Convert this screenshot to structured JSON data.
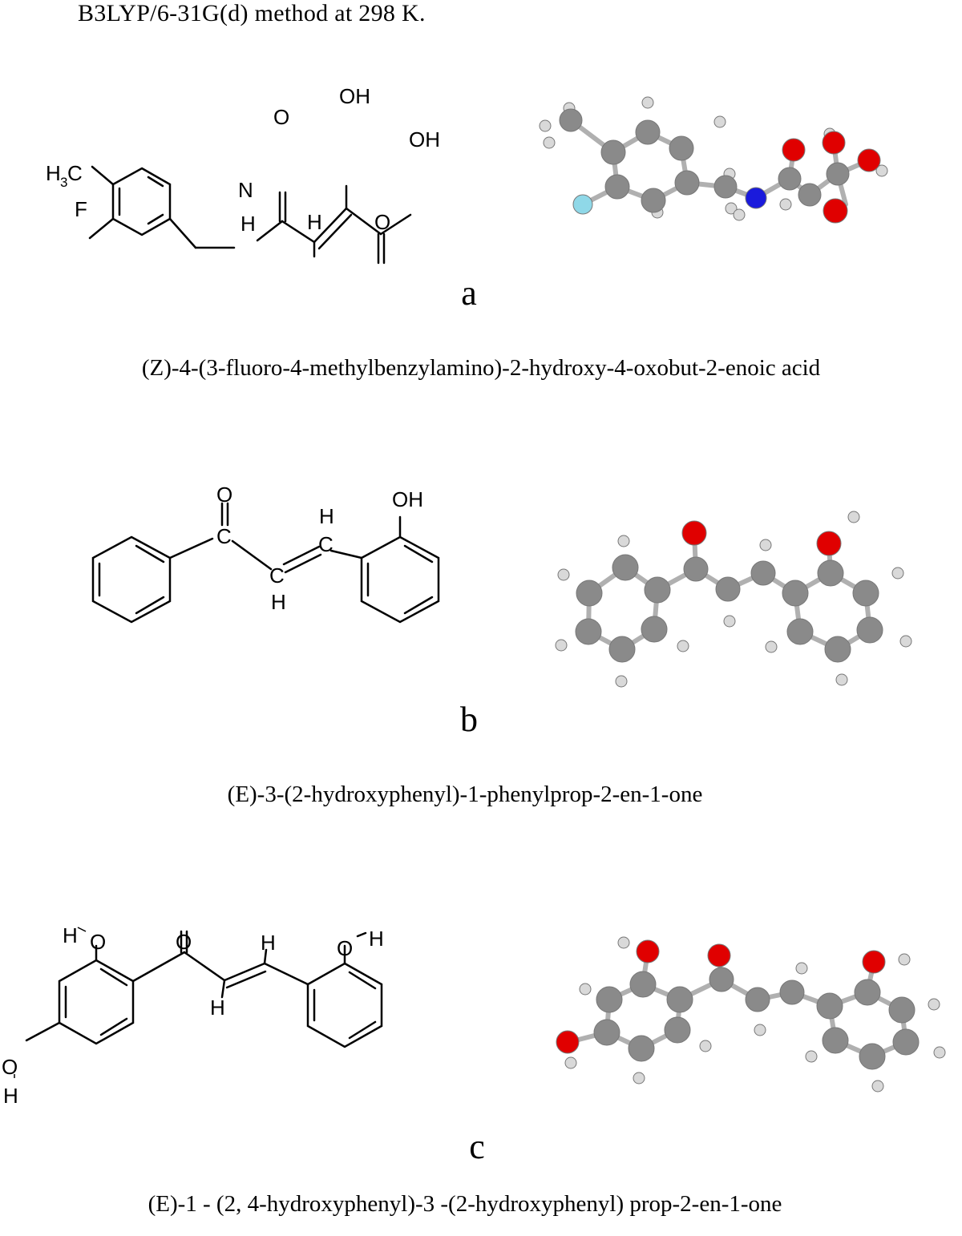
{
  "header_text": "B3LYP/6-31G(d)  method  at 298 K.",
  "panels": [
    {
      "label": "a",
      "caption": "(Z)-4-(3-fluoro-4-methylbenzylamino)-2-hydroxy-4-oxobut-2-enoic  acid"
    },
    {
      "label": "b",
      "caption": "(E)-3-(2-hydroxyphenyl)-1-phenylprop-2-en-1-one"
    },
    {
      "label": "c",
      "caption": "(E)-1 - (2, 4-hydroxyphenyl)-3  -(2-hydroxyphenyl)  prop-2-en-1-one"
    }
  ],
  "atom_labels": {
    "a": {
      "ch3_h": "H",
      "ch3_sub": "3",
      "ch3_c": "C",
      "f": "F",
      "n": "N",
      "nh": "H",
      "ch": "H",
      "o1": "O",
      "oh1": "OH",
      "oh2": "OH",
      "o2": "O"
    },
    "b": {
      "o": "O",
      "c1": "C",
      "c2": "C",
      "h1": "H",
      "c3": "C",
      "h2": "H",
      "oh": "OH"
    },
    "c": {
      "ho_h": "H",
      "ho_o": "O",
      "o": "O",
      "h1": "H",
      "h2": "H",
      "oh_o": "O",
      "oh_h": "H",
      "o4": "O",
      "h4": "H"
    }
  },
  "colors": {
    "carbon": "#8a8a8a",
    "hydrogen": "#d9d9d9",
    "oxygen": "#e00000",
    "nitrogen": "#1a1adc",
    "fluorine": "#8fd8e8",
    "bond": "#b0b0b0"
  }
}
